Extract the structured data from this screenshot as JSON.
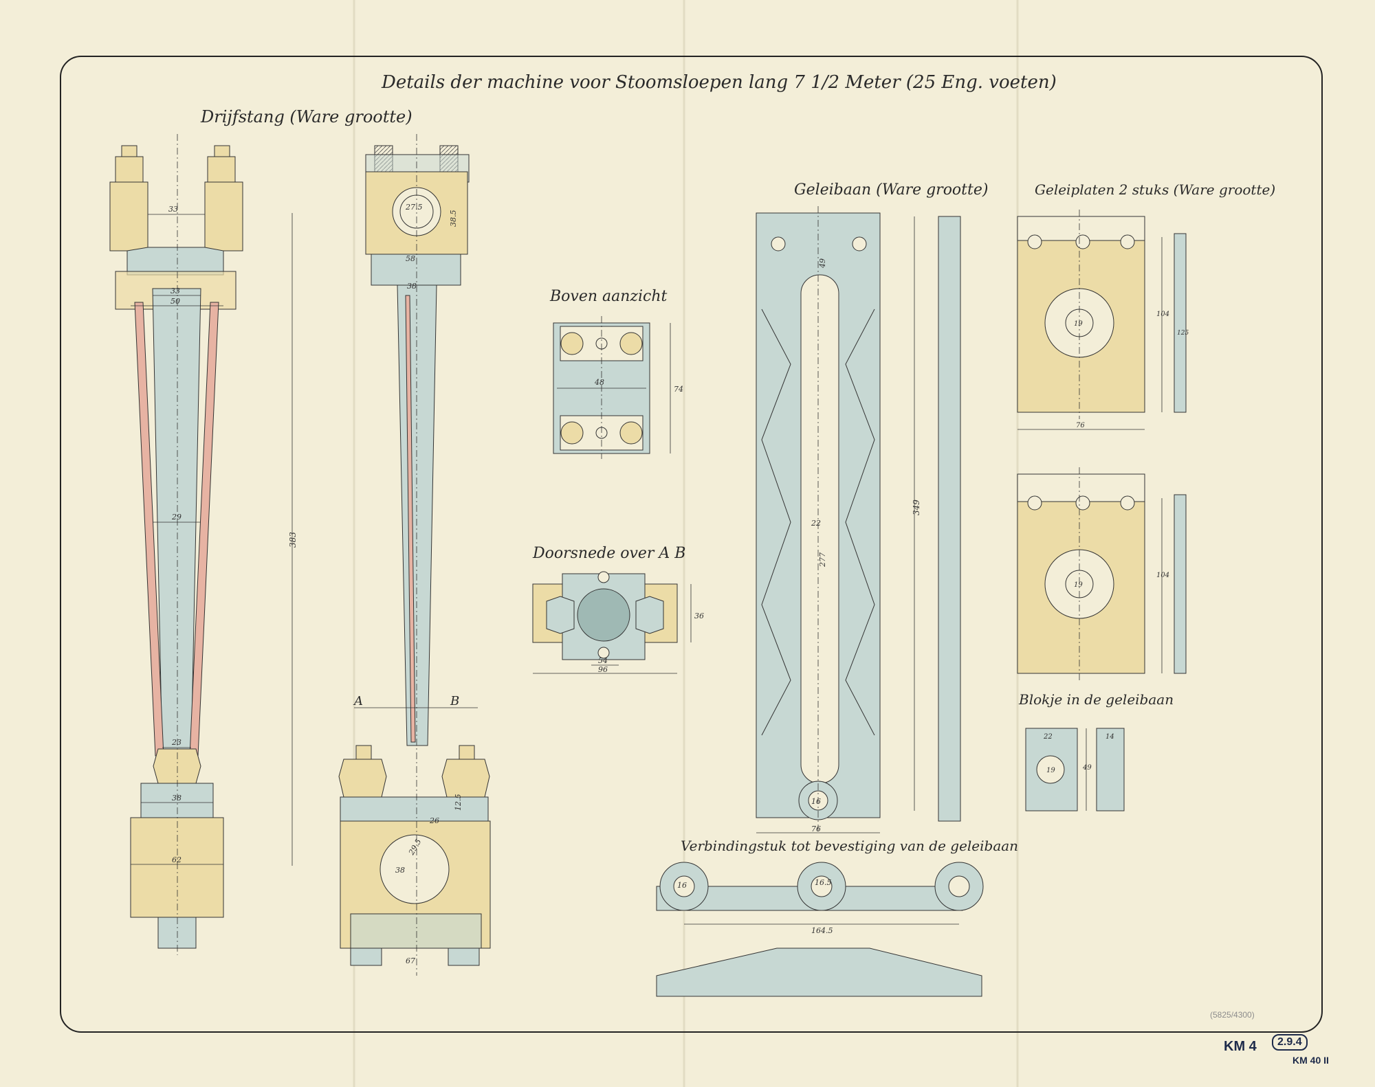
{
  "sheet": {
    "title": "Details der machine voor Stoomsloepen lang 7 1/2 Meter (25 Eng. voeten)",
    "colors": {
      "paper": "#f3eed8",
      "ink": "#2a2a2a",
      "steel_wash": "#c7d8d3",
      "brass_wash": "#ecdca7",
      "copper_wash": "#e7b3a3"
    }
  },
  "views": {
    "drijfstang": {
      "label": "Drijfstang (Ware grootte)"
    },
    "boven_aanzicht": {
      "label": "Boven aanzicht"
    },
    "doorsnede": {
      "label": "Doorsnede over A B"
    },
    "geleibaan": {
      "label": "Geleibaan (Ware grootte)"
    },
    "geleiplaten": {
      "label": "Geleiplaten 2 stuks (Ware grootte)"
    },
    "blokje": {
      "label": "Blokje in de geleibaan"
    },
    "verbindingstuk": {
      "label": "Verbindingstuk tot bevestiging van de geleibaan"
    }
  },
  "section_marks": {
    "a": "A",
    "b": "B"
  },
  "dimensions": {
    "d1": "33",
    "d2": "33",
    "d3": "50",
    "d4": "29",
    "d5": "383",
    "d6": "23",
    "d7": "38",
    "d8": "62",
    "d9": "27.5",
    "d10": "38.5",
    "d11": "58",
    "d12": "38",
    "d13": "26",
    "d14": "29.5",
    "d15": "38",
    "d16": "67",
    "d17": "12.5",
    "d18": "48",
    "d19": "74",
    "d20": "54",
    "d21": "96",
    "d22": "36",
    "d23": "49",
    "d24": "22",
    "d25": "277",
    "d26": "349",
    "d27": "76",
    "d28": "16",
    "d29": "16.5",
    "d30": "16",
    "d31": "164.5",
    "d32": "104",
    "d33": "19",
    "d34": "125",
    "d35": "76",
    "d36": "104",
    "d37": "19",
    "d38": "22",
    "d39": "14",
    "d40": "49",
    "d41": "19"
  },
  "stamps": {
    "archive_code": "KM 4",
    "archive_box": "2.9.4",
    "archive_sub": "KM 40 II",
    "pencil_note": "(5825/4300)"
  }
}
